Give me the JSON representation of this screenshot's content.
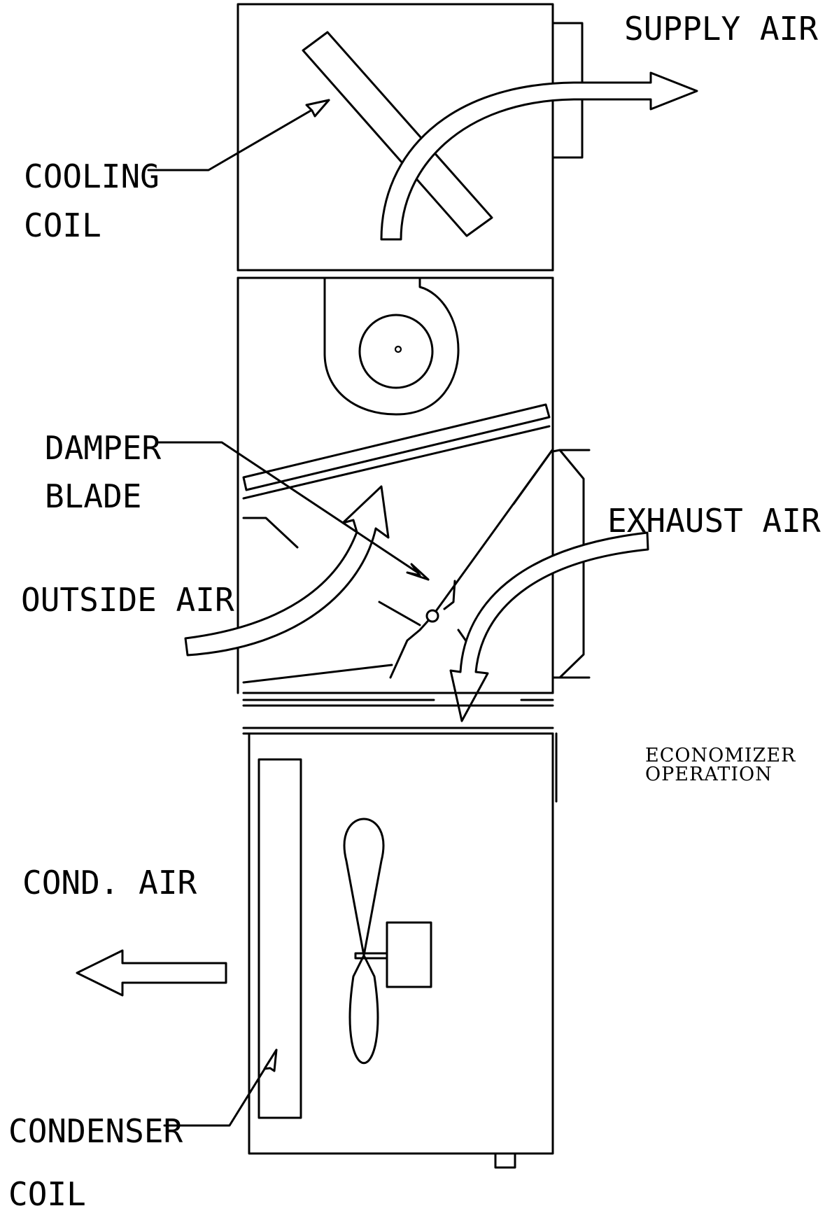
{
  "labels": {
    "supply_air": "SUPPLY AIR",
    "cooling_coil_1": "COOLING",
    "cooling_coil_2": "COIL",
    "damper_blade_1": "DAMPER",
    "damper_blade_2": "BLADE",
    "exhaust_air": "EXHAUST AIR",
    "outside_air": "OUTSIDE AIR",
    "economizer_1": "ECONOMIZER",
    "economizer_2": "OPERATION",
    "cond_air": "COND. AIR",
    "condenser_coil_1": "CONDENSER",
    "condenser_coil_2": "COIL"
  },
  "colors": {
    "ink": "#000000",
    "paper": "#ffffff"
  }
}
